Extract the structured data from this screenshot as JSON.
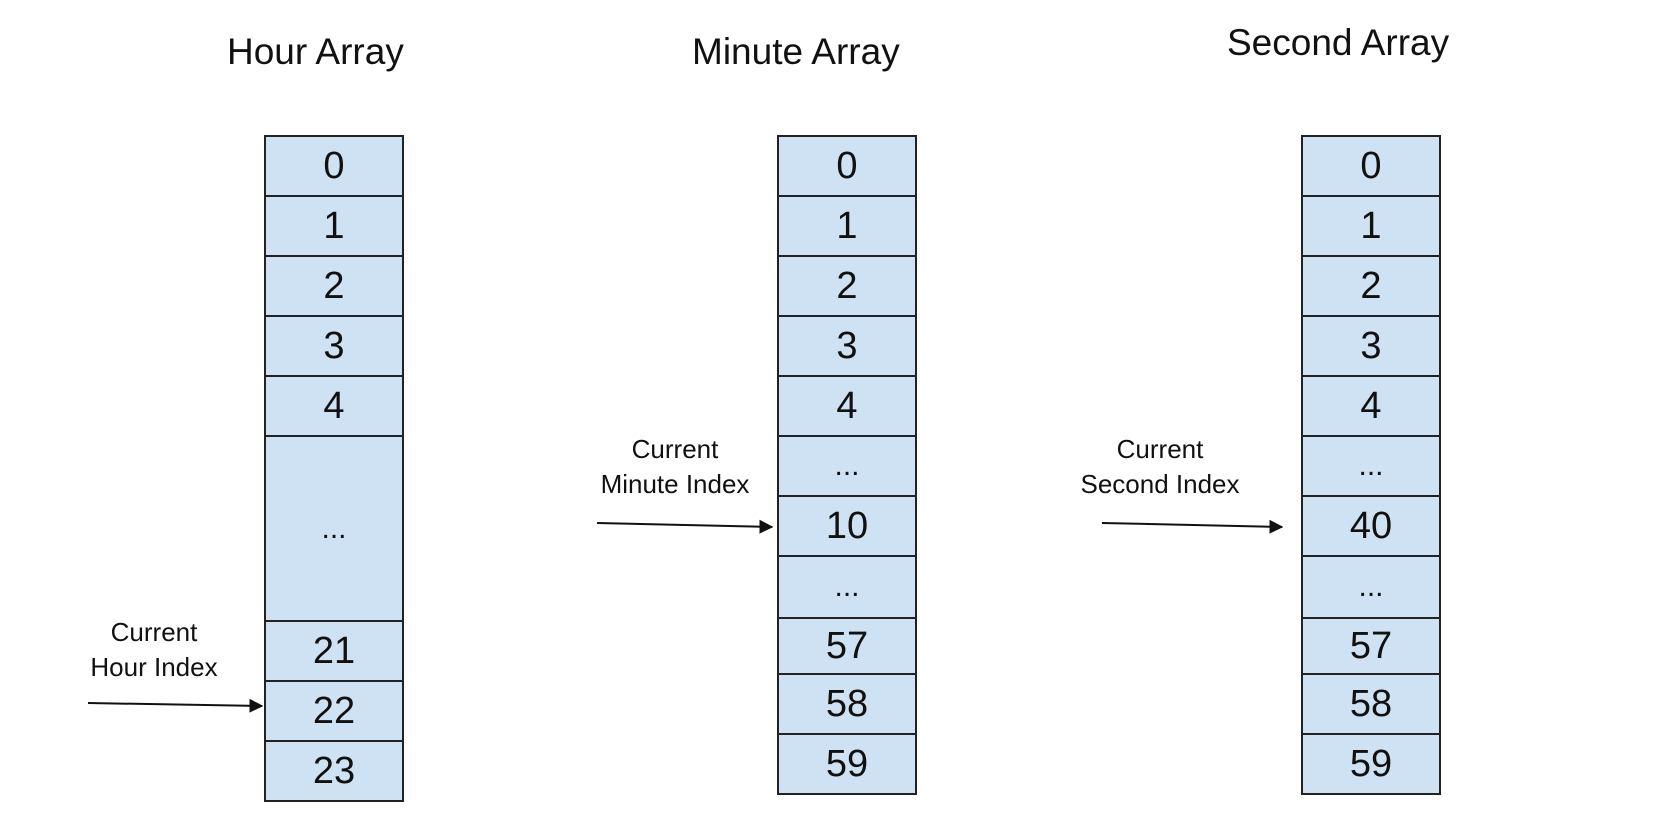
{
  "hour_array": {
    "title": "Hour Array",
    "cells": [
      "0",
      "1",
      "2",
      "3",
      "4",
      "...",
      "21",
      "22",
      "23"
    ],
    "pointer_label_line1": "Current",
    "pointer_label_line2": "Hour Index",
    "pointer_target": "22"
  },
  "minute_array": {
    "title": "Minute Array",
    "cells": [
      "0",
      "1",
      "2",
      "3",
      "4",
      "...",
      "10",
      "...",
      "57",
      "58",
      "59"
    ],
    "pointer_label_line1": "Current",
    "pointer_label_line2": "Minute Index",
    "pointer_target": "10"
  },
  "second_array": {
    "title": "Second Array",
    "cells": [
      "0",
      "1",
      "2",
      "3",
      "4",
      "...",
      "40",
      "...",
      "57",
      "58",
      "59"
    ],
    "pointer_label_line1": "Current",
    "pointer_label_line2": "Second Index",
    "pointer_target": "40"
  },
  "colors": {
    "cell_fill": "#cfe2f3",
    "cell_border": "#222222",
    "arrow": "#111111"
  }
}
